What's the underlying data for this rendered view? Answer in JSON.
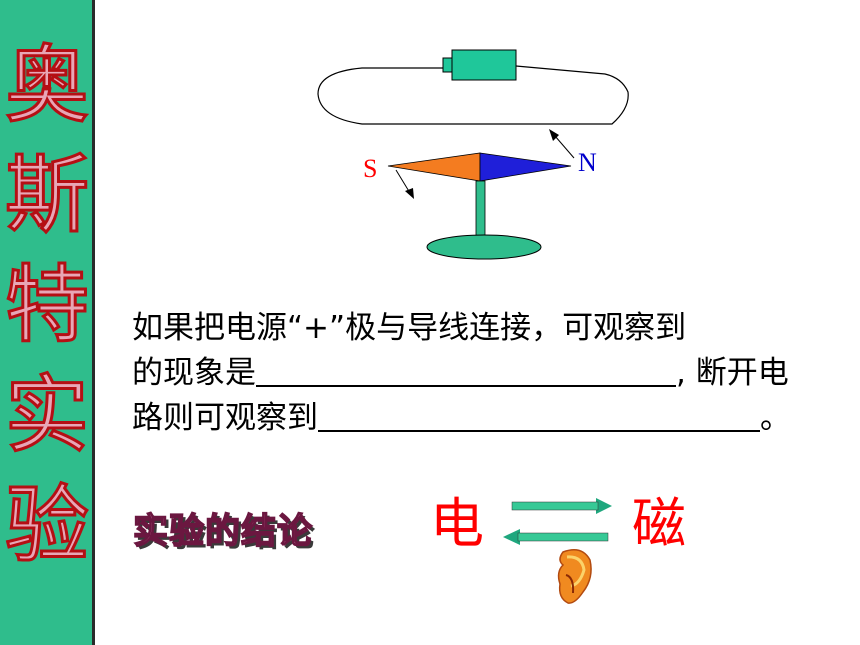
{
  "sidebar": {
    "title_chars": [
      "奥",
      "斯",
      "特",
      "实",
      "验"
    ]
  },
  "diagram": {
    "pole_south": "S",
    "pole_north": "N"
  },
  "question": {
    "line1": "如果把电源“+”极与导线连接，可观察到",
    "line2_prefix": "的现象是",
    "line2_suffix": ", 断开电",
    "line3_prefix": "路则可观察到",
    "line3_suffix": "。"
  },
  "conclusion": {
    "label": "实验的结论",
    "left_char": "电",
    "right_char": "磁"
  },
  "colors": {
    "sidebar_bg": "#2fbd8c",
    "battery": "#1fc79a",
    "needle_south": "#f47c20",
    "needle_north": "#1f1fd9",
    "stand": "#2fbd8c",
    "accent_red": "#ff0000"
  }
}
